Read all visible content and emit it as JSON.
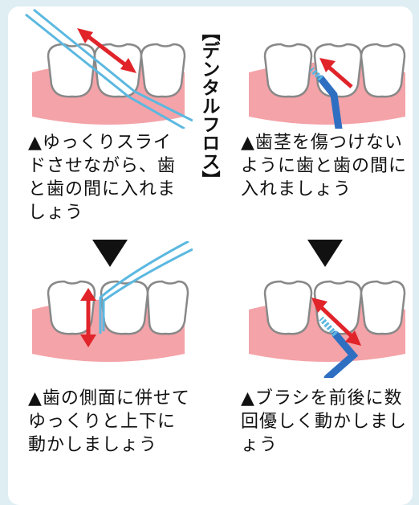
{
  "title": "【デンタルフロス】",
  "steps": [
    {
      "caption": "▲ゆっくりスライドさせながら、歯と歯の間に入れましょう"
    },
    {
      "caption": "▲歯茎を傷つけないように歯と歯の間に入れましょう"
    },
    {
      "caption": "▲歯の側面に併せてゆっくりと上下に動かしましょう"
    },
    {
      "caption": "▲ブラシを前後に数回優しく動かしましょう"
    }
  ],
  "colors": {
    "gum": "#f4a3a8",
    "gum_dark": "#ee8d93",
    "floss": "#5bb8e0",
    "arrow": "#e0242a",
    "brush": "#2f6fc2"
  }
}
